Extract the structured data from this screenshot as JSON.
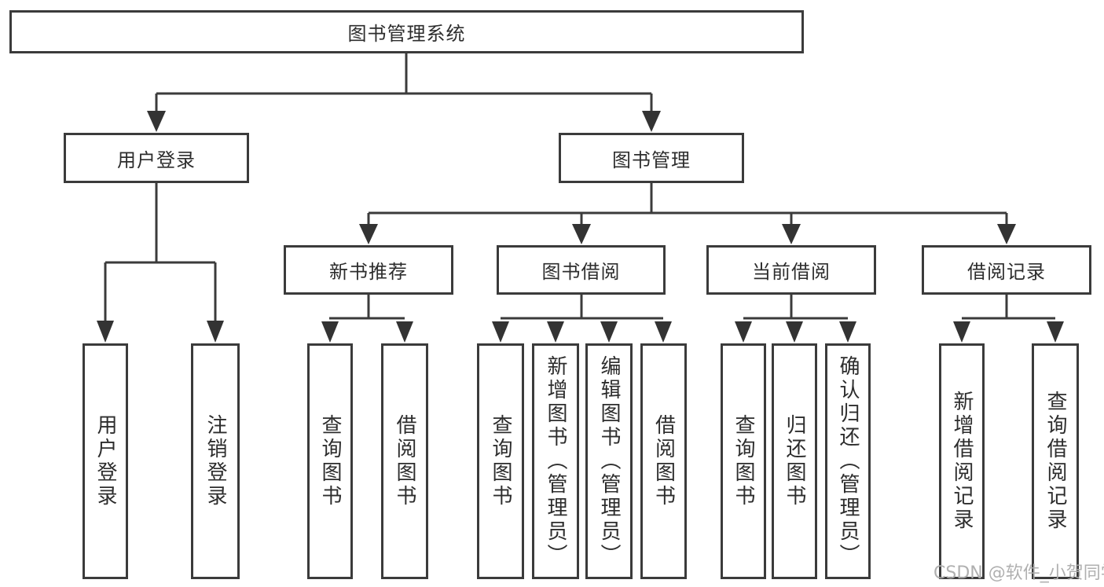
{
  "diagram": {
    "root": {
      "label": "图书管理系统"
    },
    "level2": [
      {
        "label": "用户登录"
      },
      {
        "label": "图书管理"
      }
    ],
    "level3": [
      {
        "label": "新书推荐"
      },
      {
        "label": "图书借阅"
      },
      {
        "label": "当前借阅"
      },
      {
        "label": "借阅记录"
      }
    ],
    "leaves": {
      "user_login": [
        "用户登录",
        "注销登录"
      ],
      "new_book": [
        "查询图书",
        "借阅图书"
      ],
      "book_borrow": [
        "查询图书",
        "新增图书（管理员）",
        "编辑图书（管理员）",
        "借阅图书"
      ],
      "current_borrow": [
        "查询图书",
        "归还图书",
        "确认归还（管理员）"
      ],
      "borrow_record": [
        "新增借阅记录",
        "查询借阅记录"
      ]
    }
  },
  "watermark": "CSDN @软件_小贺同学",
  "colors": {
    "line": "#3b3b3b",
    "text": "#2d2d2d",
    "box_background": "#ffffff",
    "watermark": "#acacac",
    "background": "#ffffff"
  }
}
